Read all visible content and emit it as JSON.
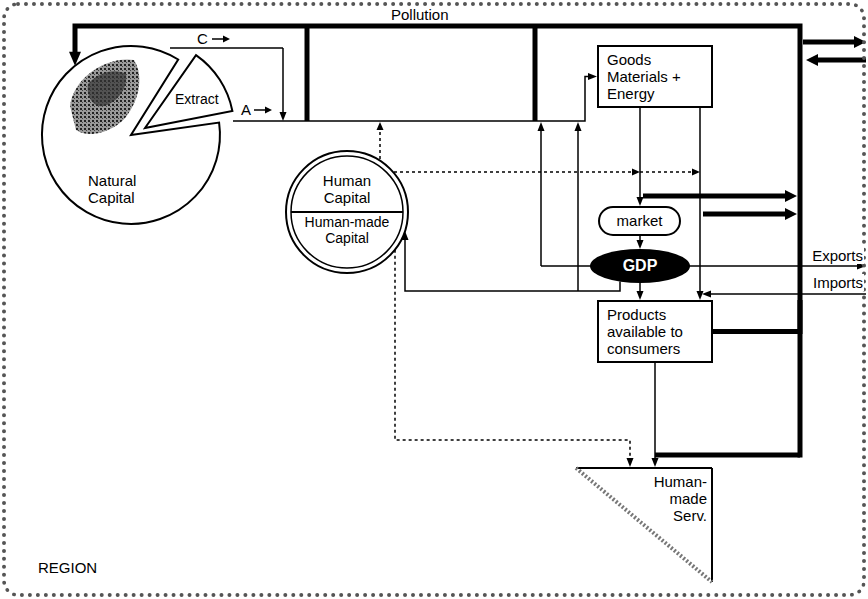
{
  "diagram": {
    "nodes": [
      {
        "text": [
          "REGION"
        ]
      },
      {
        "text": [
          "Natural Capital"
        ],
        "in": 0
      },
      {
        "text": [
          "Extract"
        ],
        "in": 0
      },
      {
        "text": [
          "Human Capital",
          "Human-made Capital"
        ],
        "in": 0
      },
      {
        "text": [
          "Goods Materials + Energy"
        ],
        "in": 0
      },
      {
        "text": [
          "market"
        ],
        "in": 0
      },
      {
        "text": [
          "GDP"
        ],
        "in": 0
      },
      {
        "text": [
          "Products available to consumers"
        ],
        "in": 0
      },
      {
        "text": [
          "Human-made Serv."
        ],
        "in": 0
      }
    ],
    "edges": [
      {
        "from": 2,
        "to": 4,
        "arrow": "to"
      },
      {
        "from": 4,
        "to": 5,
        "arrow": "to"
      },
      {
        "from": 5,
        "to": 6,
        "arrow": "to"
      },
      {
        "from": 6,
        "to": 7,
        "arrow": "to"
      },
      {
        "from": 4,
        "to": 7,
        "arrow": "to"
      },
      {
        "from": 7,
        "to": 8,
        "arrow": "to"
      },
      {
        "from": 6,
        "to": 3,
        "arrow": "to"
      },
      {
        "from": 3,
        "to": 8,
        "arrow": "to"
      },
      {
        "from": 7,
        "to": 1,
        "label": "Pollution",
        "arrow": "to"
      }
    ],
    "labels": [
      "C",
      "A",
      "Exports",
      "Imports"
    ]
  }
}
